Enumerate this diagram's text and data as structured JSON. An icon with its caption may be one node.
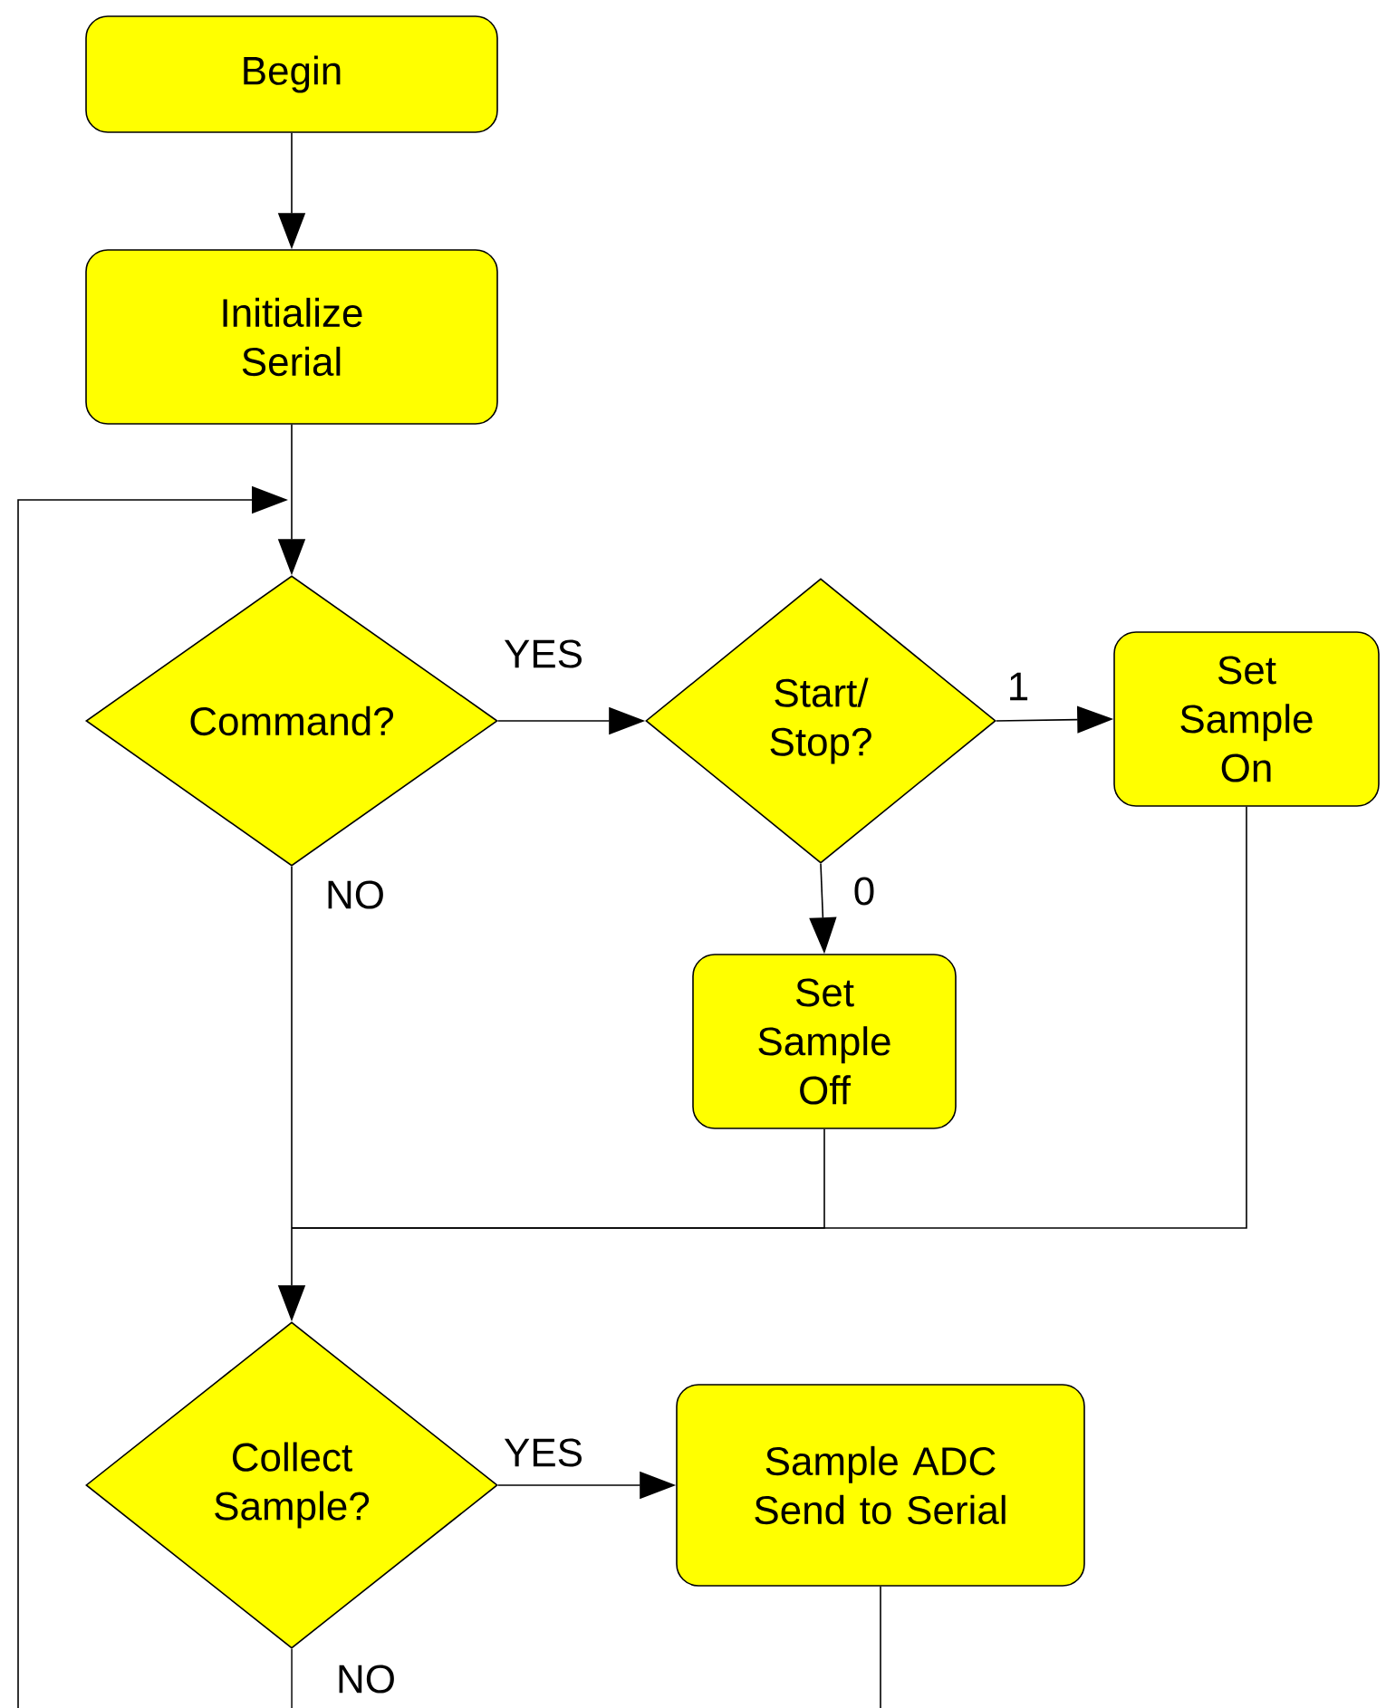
{
  "diagram": {
    "nodes": [
      {
        "text": [
          "Begin"
        ]
      },
      {
        "text": [
          "Initialize Serial"
        ]
      },
      {
        "text": [
          "Command?"
        ]
      },
      {
        "text": [
          "Start/ Stop?"
        ]
      },
      {
        "text": [
          "Set Sample On"
        ]
      },
      {
        "text": [
          "Set Sample Off"
        ]
      },
      {
        "text": [
          "Collect Sample?"
        ]
      },
      {
        "text": [
          "Sample ADC Send to Serial"
        ]
      }
    ],
    "edges": [
      {
        "from": 0,
        "to": 1,
        "arrow": "to"
      },
      {
        "from": 1,
        "to": 2,
        "arrow": "to"
      },
      {
        "from": 2,
        "to": 3,
        "arrow": "to",
        "label": "YES"
      },
      {
        "from": 3,
        "to": 4,
        "arrow": "to",
        "label": "1"
      },
      {
        "from": 3,
        "to": 5,
        "arrow": "to",
        "label": "0"
      },
      {
        "from": 2,
        "to": 6,
        "arrow": "to",
        "label": "NO"
      },
      {
        "from": 5,
        "to": 6,
        "arrow": "to"
      },
      {
        "from": 4,
        "to": 6,
        "arrow": "to"
      },
      {
        "from": 6,
        "to": 7,
        "arrow": "to",
        "label": "YES"
      },
      {
        "from": 6,
        "to": null,
        "arrow": "none",
        "label": "NO"
      },
      {
        "from": 7,
        "to": null,
        "arrow": "none"
      },
      {
        "from": null,
        "to": 2,
        "arrow": "to"
      }
    ]
  }
}
